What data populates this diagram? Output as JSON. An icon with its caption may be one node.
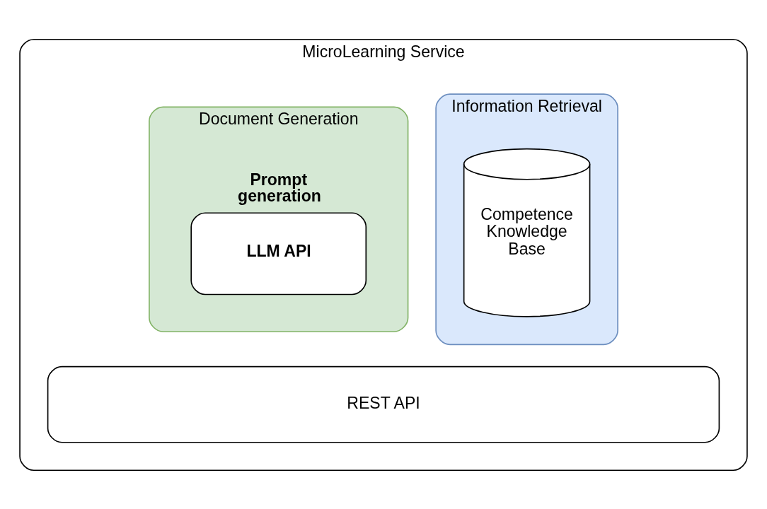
{
  "diagram": {
    "nodes": [
      {
        "text": [
          "MicroLearning Service"
        ]
      },
      {
        "text": [
          "Information Retrieval"
        ],
        "in": 0
      },
      {
        "text": [
          "Competence Knowledge Base"
        ],
        "in": 1
      },
      {
        "text": [
          "Document Generation"
        ],
        "in": 0
      },
      {
        "text": [
          "Prompt generation",
          "LLM API"
        ],
        "in": 3
      },
      {
        "text": [
          "REST API"
        ],
        "in": 0
      }
    ]
  }
}
